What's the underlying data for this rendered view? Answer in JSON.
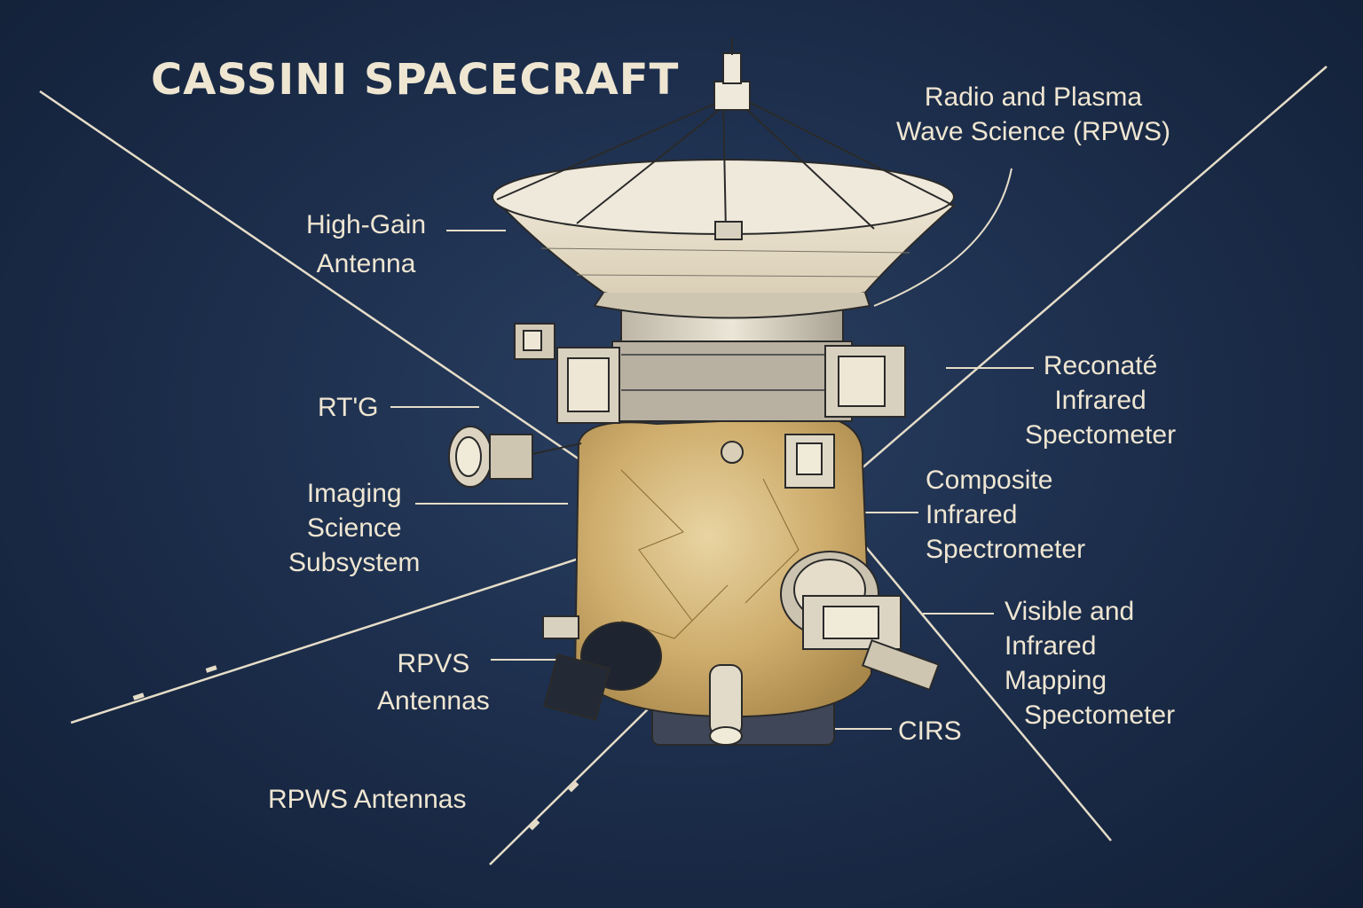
{
  "title": "CASSINI SPACECRAFT",
  "labels": {
    "rpws_top": [
      "Radio and Plasma",
      "Wave Science (RPWS)"
    ],
    "hga": [
      "High-Gain",
      "Antenna"
    ],
    "rtg": [
      "RT'G"
    ],
    "iss": [
      "Imaging",
      "Science",
      "Subsystem"
    ],
    "rpvs": [
      "RPVS",
      "Antennas"
    ],
    "rpws_bottom": [
      "RPWS Antennas"
    ],
    "recon": [
      "Reconaté",
      "Infrared",
      "Spectometer"
    ],
    "composite": [
      "Composite",
      "Infrared",
      "Spectrometer"
    ],
    "vims": [
      "Visible and",
      "Infrared",
      "Mapping",
      "Spectometer"
    ],
    "cirs": [
      "CIRS"
    ]
  },
  "colors": {
    "background": "#1d2f4d",
    "ink": "#efe6d2",
    "dish": "#e8dfcb",
    "foil": "#cfae6e",
    "line": "#2a2a2a"
  }
}
